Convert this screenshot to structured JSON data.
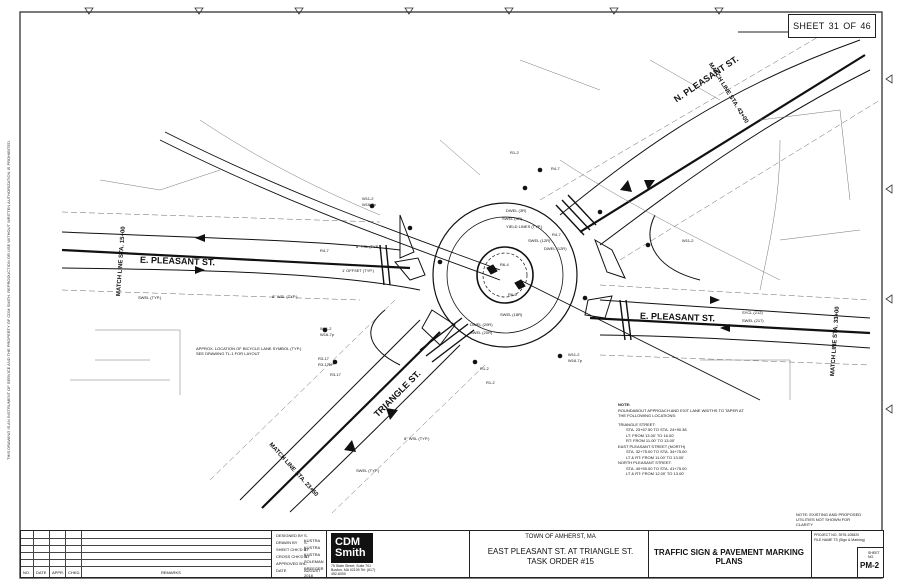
{
  "sheet": {
    "prefix": "SHEET",
    "number": "31",
    "of_label": "OF",
    "total": "46"
  },
  "streets": {
    "north_pleasant": "N. PLEASANT ST.",
    "east_pleasant_w": "E. PLEASANT ST.",
    "east_pleasant_e": "E. PLEASANT ST.",
    "triangle": "TRIANGLE ST."
  },
  "match_lines": {
    "north": "MATCH LINE STA. 43+00",
    "west": "MATCH LINE STA. 15+00",
    "east": "MATCH LINE STA. 33+00",
    "south": "MATCH LINE STA. 23+50"
  },
  "sign_labels": [
    "R4-7",
    "R1-2",
    "W11-2",
    "W16-7p",
    "R3-17",
    "R3-17bP",
    "W11-2",
    "W16-7p",
    "R1-2",
    "R4-7",
    "W11-2",
    "R3-17",
    "R4-7",
    "R6-4",
    "R6-5",
    "W11-2",
    "W16-7p",
    "R1-2"
  ],
  "pavement_labels": [
    "SWEL (TYP.)",
    "DWEL (3R)",
    "SWEL (3R)",
    "YIELD LINES (TYP.)",
    "SWEL (12R)",
    "DWEL (12R)",
    "8\" WSL (TYP.)",
    "8\" YSL (TYP.)",
    "1' OFFSET (TYP.)",
    "SWEL (18R)",
    "DWEL (20R)",
    "SWEL (20R)",
    "SYCL (212)",
    "SWEL (217)",
    "SWEL (TYP.)",
    "8\" WSL (TYP.)"
  ],
  "callouts": {
    "bicycle": "APPROX. LOCATION OF BICYCLE LANE SYMBOL (TYP.) SEE DRAWING TL-1 FOR LAYOUT"
  },
  "notes": {
    "heading": "NOTE:",
    "lines": [
      "ROUNDABOUT APPROACH AND EXIT LANE WIDTHS TO TAPER AT",
      "THE FOLLOWING LOCATIONS:",
      "TRIANGLE STREET:",
      "STA. 23+67.50 TO STA. 24+90.38",
      "LT: FROM 13.00' TO 16.00'",
      "RT: FROM 11.00' TO 13.00'",
      "EAST PLEASANT STREET (NORTH)",
      "STA. 32+75.00 TO STA. 34+75.00",
      "LT & RT: FROM 11.00' TO 13.00'",
      "NORTH PLEASANT STREET:",
      "STA. 40+50.00 TO STA. 41+75.00",
      "LT & RT: FROM 12.00' TO 13.00'"
    ],
    "utilities": "NOTE: EXISTING AND PROPOSED UTILITIES NOT SHOWN FOR CLARITY"
  },
  "title_block": {
    "revision_headers": [
      "NO.",
      "DATE",
      "APPR.",
      "CHKD.",
      "REMARKS"
    ],
    "signatures": [
      {
        "role": "DESIGNED BY",
        "name": "S. KUSTRA"
      },
      {
        "role": "DRAWN BY",
        "name": "S. KUSTRA"
      },
      {
        "role": "SHEET CHK'D BY",
        "name": "J. KUSTRA"
      },
      {
        "role": "CROSS CHK'D BY",
        "name": "S. SOLEMAN"
      },
      {
        "role": "APPROVED BY",
        "name": "L. BREEGER"
      },
      {
        "role": "DATE",
        "name": "AUGUST 2018"
      }
    ],
    "logo_top": "CDM",
    "logo_bottom": "Smith",
    "logo_address": "75 State Street, Suite 701 Boston, MA 02109 Tel: (617) 452-6000",
    "client": "TOWN OF AMHERST, MA",
    "project_line1": "EAST PLEASANT ST. AT TRIANGLE ST.",
    "project_line2": "TASK ORDER #15",
    "drawing_title": "TRAFFIC SIGN & PAVEMENT MARKING PLANS",
    "project_no_label": "PROJECT NO.",
    "project_no": "3975-105820",
    "file_name_label": "FILE NAME",
    "file_name": "TS (Sign & Marking)",
    "sheet_no_label": "SHEET NO.",
    "sheet_no": "PM-2"
  },
  "side_strip_text": "THIS DRAWING IS AN INSTRUMENT OF SERVICE AND THE PROPERTY OF CDM SMITH. REPRODUCTION OR USE WITHOUT WRITTEN AUTHORIZATION IS PROHIBITED.",
  "colors": {
    "ink": "#111111",
    "paper": "#ffffff",
    "light_line": "#777777"
  }
}
